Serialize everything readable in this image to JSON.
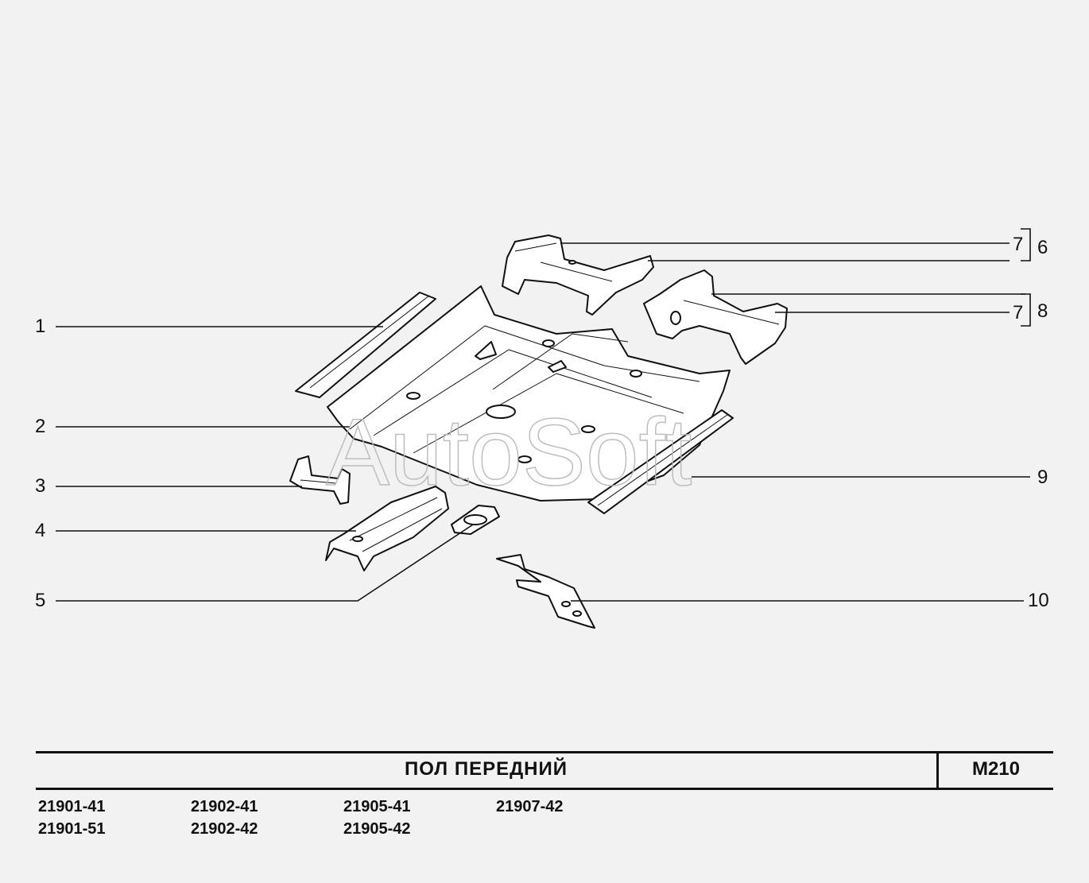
{
  "diagram": {
    "callouts": [
      "1",
      "2",
      "3",
      "4",
      "5",
      "7",
      "6",
      "7",
      "8",
      "9",
      "10"
    ],
    "watermark": "AutoSoft"
  },
  "footer": {
    "title": "ПОЛ   ПЕРЕДНИЙ",
    "code": "M210",
    "models": [
      "21901-41",
      "21902-41",
      "21905-41",
      "21907-42",
      "21901-51",
      "21902-42",
      "21905-42"
    ]
  }
}
